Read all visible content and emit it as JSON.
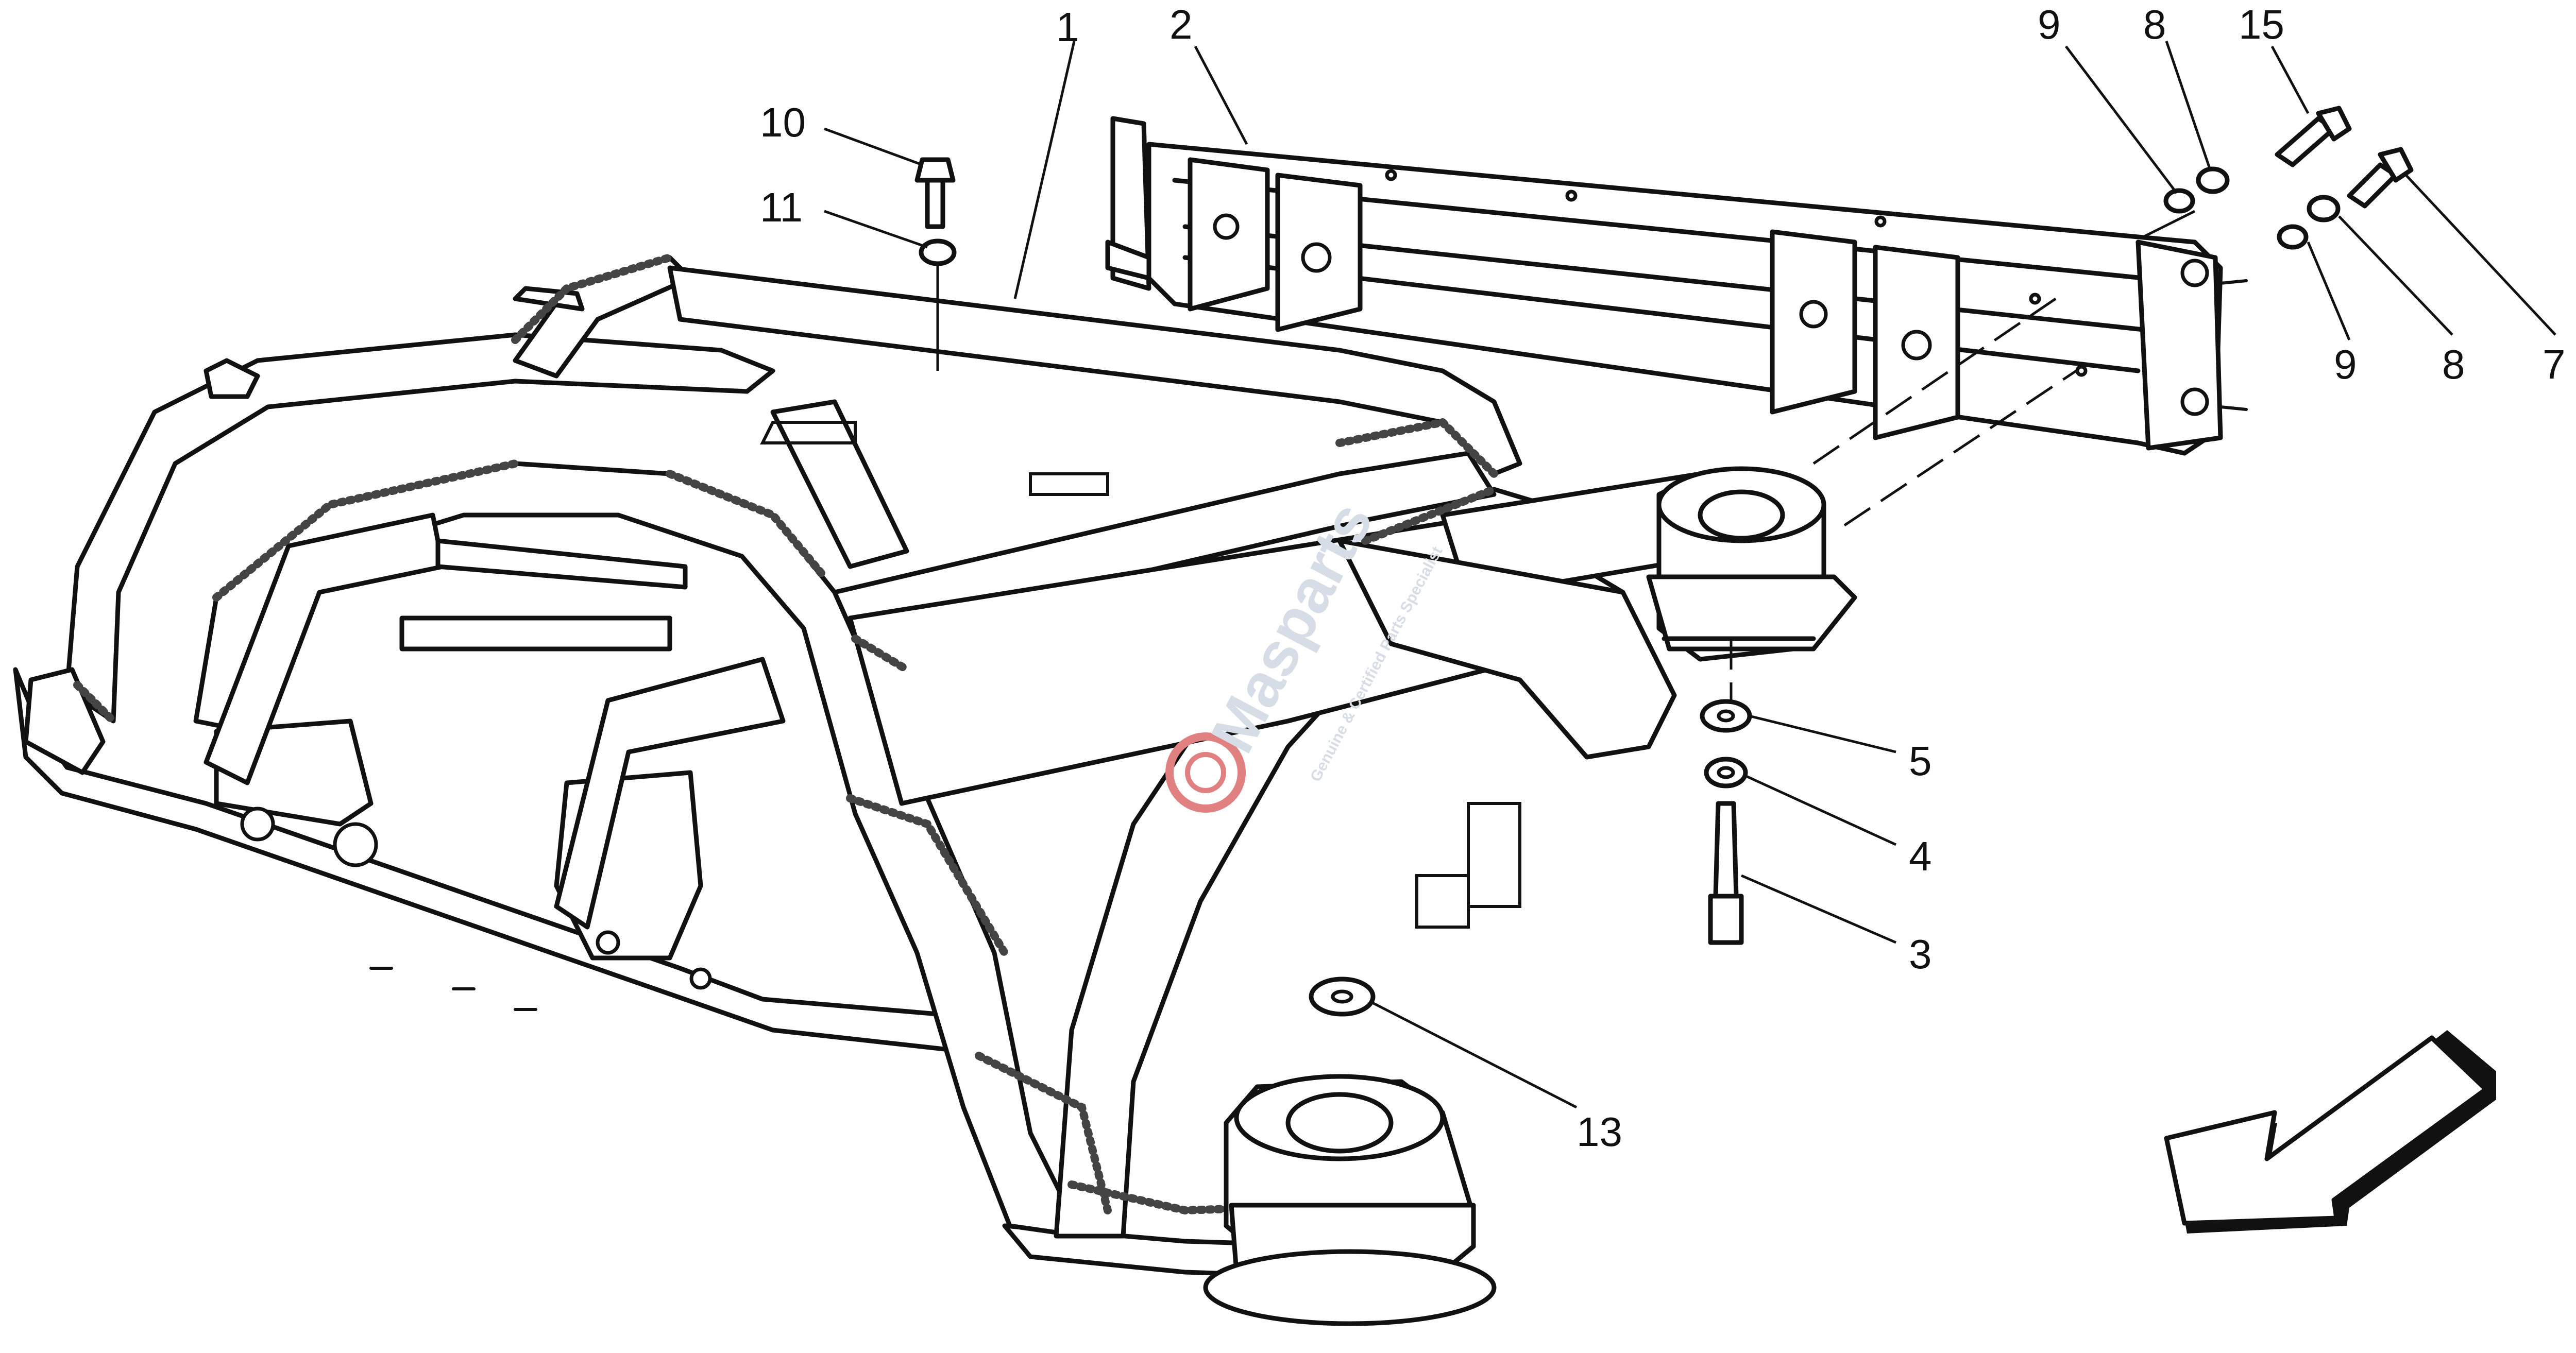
{
  "watermark": {
    "brand": "Masparts",
    "tagline": "Genuine & Certified Parts Specialist",
    "logo_color": "#e08080",
    "text_color": "#d7dde6"
  },
  "callouts": [
    {
      "id": "c1",
      "label": "1"
    },
    {
      "id": "c2",
      "label": "2"
    },
    {
      "id": "c9a",
      "label": "9"
    },
    {
      "id": "c8a",
      "label": "8"
    },
    {
      "id": "c15",
      "label": "15"
    },
    {
      "id": "c10",
      "label": "10"
    },
    {
      "id": "c11",
      "label": "11"
    },
    {
      "id": "c9b",
      "label": "9"
    },
    {
      "id": "c8b",
      "label": "8"
    },
    {
      "id": "c7",
      "label": "7"
    },
    {
      "id": "c5",
      "label": "5"
    },
    {
      "id": "c4",
      "label": "4"
    },
    {
      "id": "c3",
      "label": "3"
    },
    {
      "id": "c13",
      "label": "13"
    }
  ],
  "direction_arrow": {
    "icon": "front-direction-arrow-icon"
  }
}
